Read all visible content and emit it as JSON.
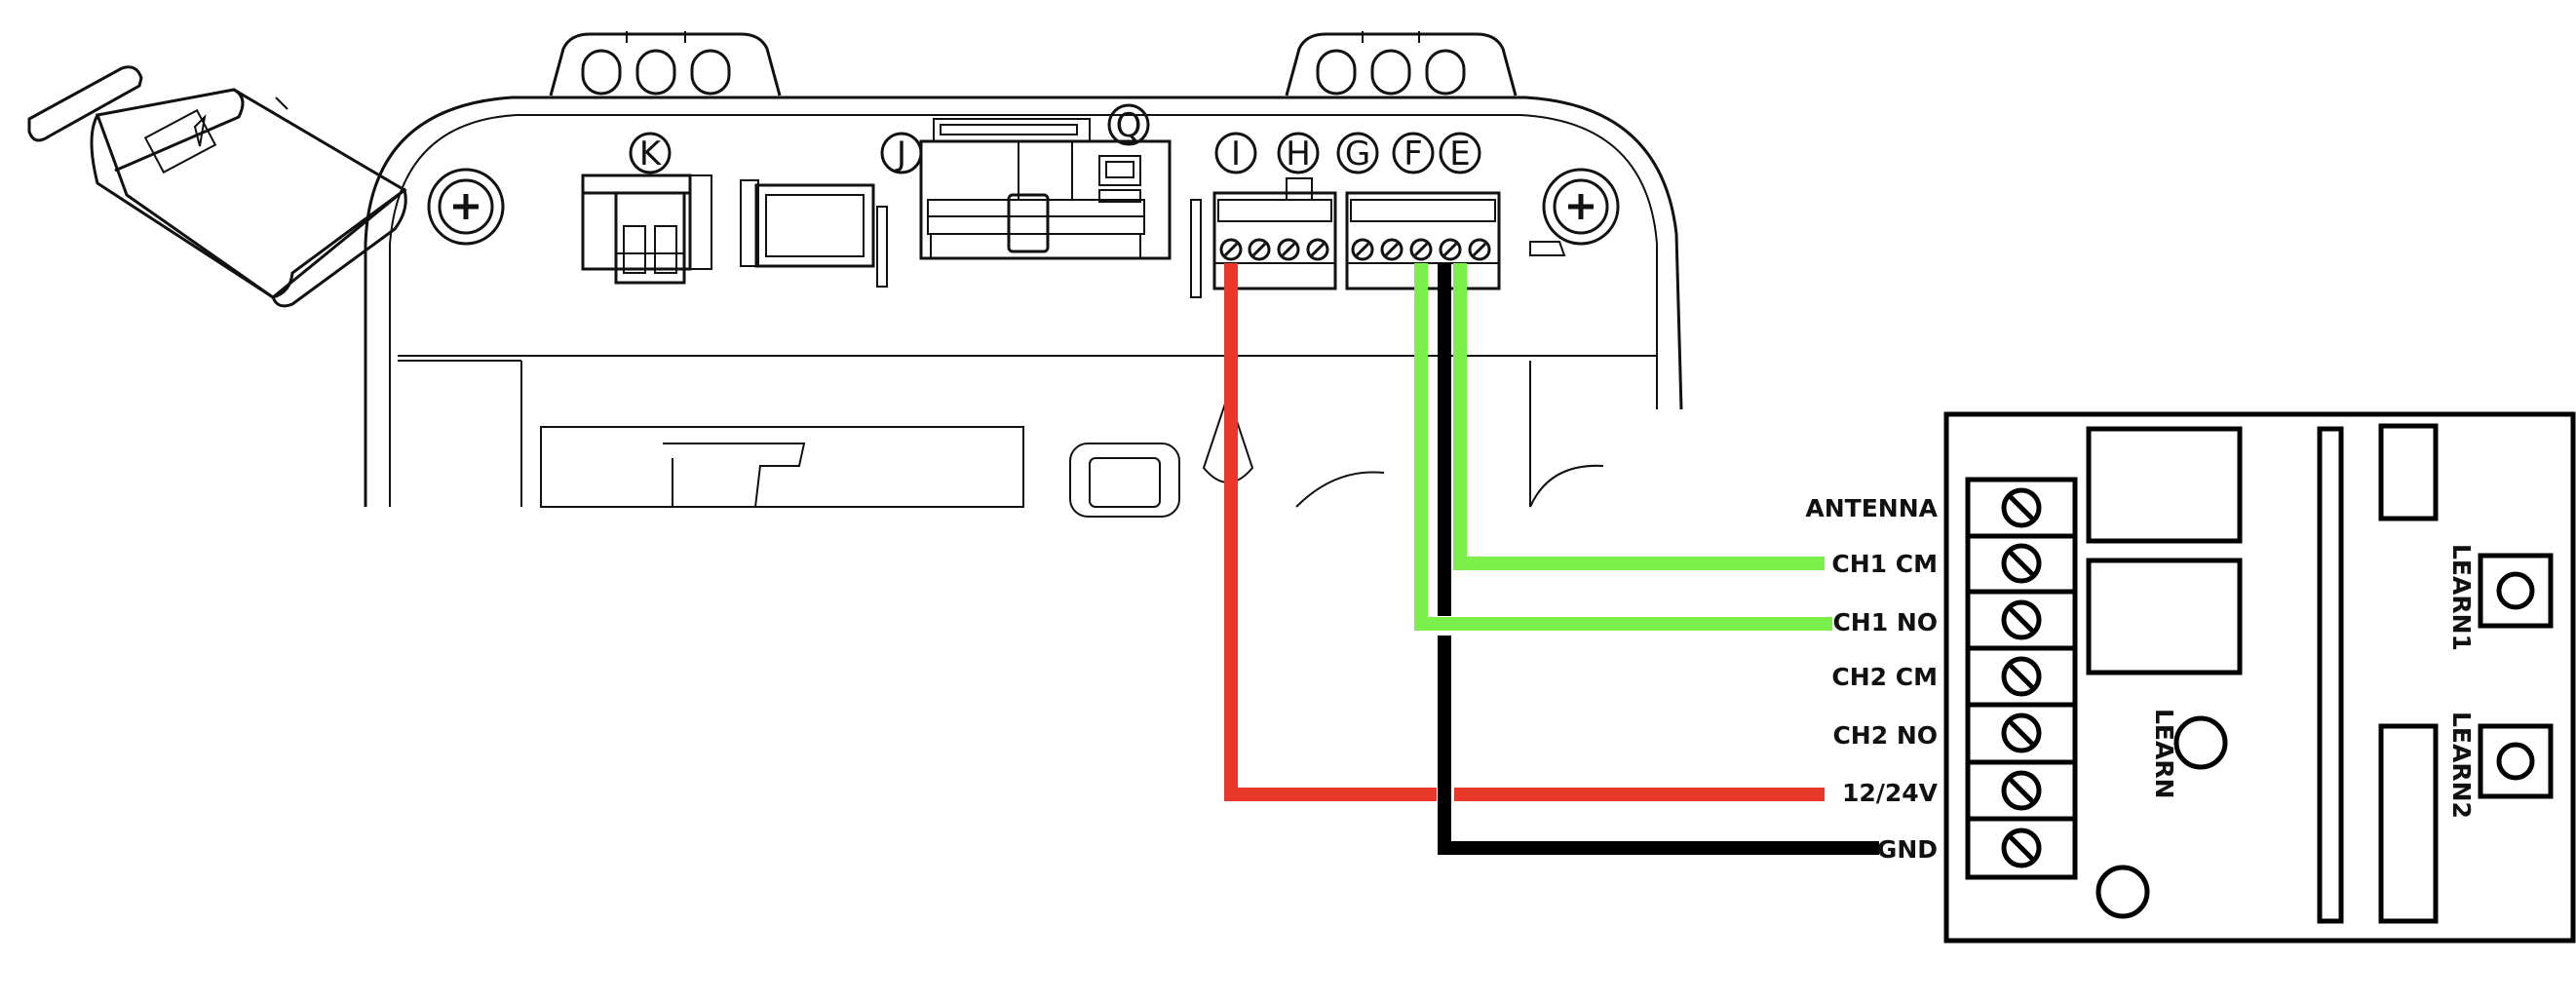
{
  "controller": {
    "connector_letters": [
      "K",
      "J",
      "Q",
      "I",
      "H",
      "G",
      "F",
      "E"
    ]
  },
  "receiver": {
    "terminals": [
      "ANTENNA",
      "CH1 CM",
      "CH1 NO",
      "CH2 CM",
      "CH2 NO",
      "12/24V",
      "GND"
    ],
    "learn_label": "LEARN",
    "learn1_label": "LEARN1",
    "learn2_label": "LEARN2"
  },
  "wire_colors": {
    "red": "#e8382a",
    "green": "#7cf04a",
    "black": "#000000"
  }
}
